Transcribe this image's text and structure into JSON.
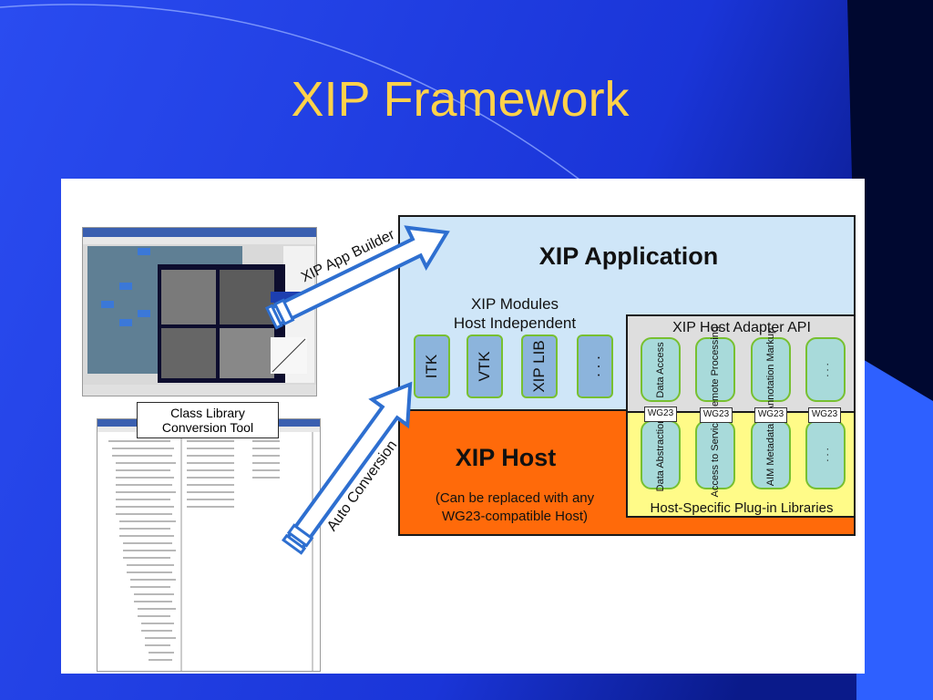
{
  "slide": {
    "title": "XIP Framework"
  },
  "diagram": {
    "callout": "Class Library Conversion Tool",
    "arrow_top_label": "XIP App Builder",
    "arrow_bottom_label": "Auto Conversion",
    "app": {
      "title": "XIP Application",
      "modules_title": "XIP Modules",
      "modules_subtitle": "Host Independent",
      "modules": [
        "ITK",
        "VTK",
        "XIP LIB",
        ". . ."
      ]
    },
    "adapter": {
      "title": "XIP Host Adapter API",
      "items": [
        "Data Access",
        "Remote Processing",
        "Annotation Markup",
        ". . ."
      ],
      "wg": [
        "WG23",
        "WG23",
        "WG23",
        "WG23"
      ]
    },
    "host": {
      "title": "XIP Host",
      "subtitle_line1": "(Can be replaced with any",
      "subtitle_line2": "WG23-compatible Host)"
    },
    "plugins": {
      "title": "Host-Specific Plug-in Libraries",
      "items": [
        "Data Abstraction",
        "Access to Services",
        "AIM Metadata",
        ". . ."
      ]
    }
  },
  "colors": {
    "slide_bg": "#1d3fe0",
    "title": "#ffd24a",
    "app": "#cfe6f8",
    "host": "#ff6a0a",
    "plugin": "#fffb88"
  }
}
